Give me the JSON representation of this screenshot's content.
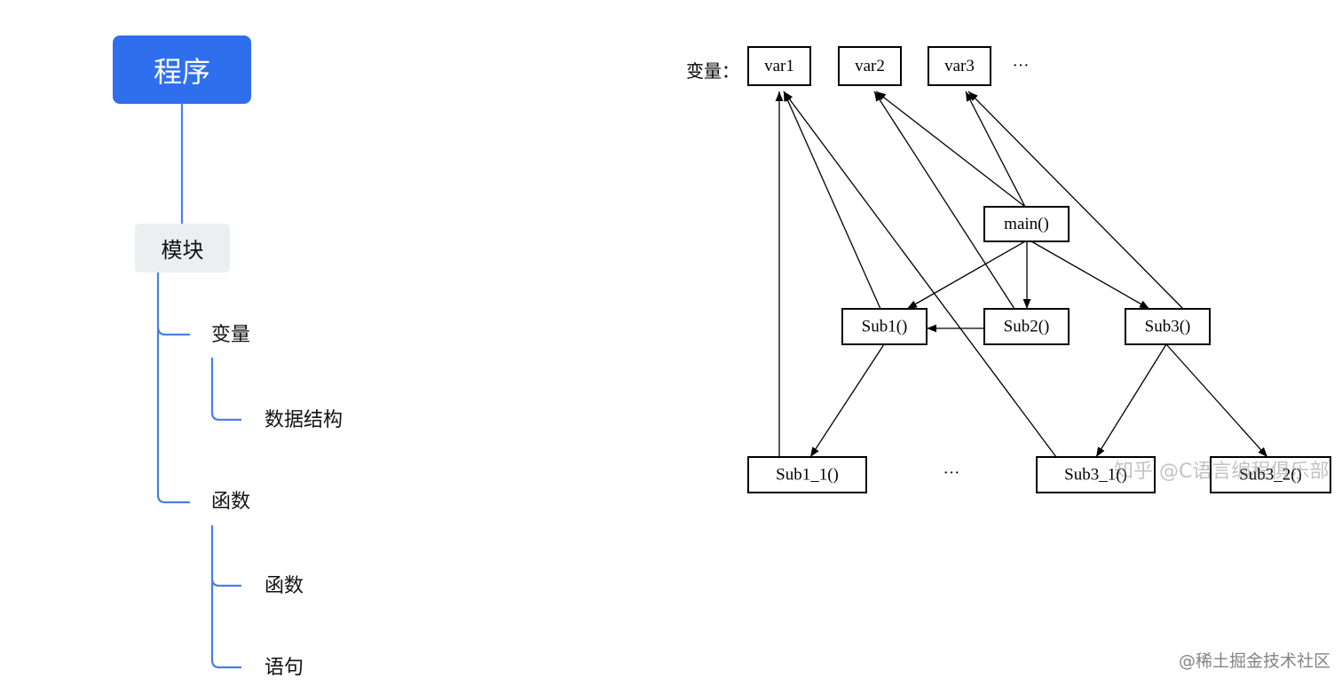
{
  "mindmap": {
    "root": "程序",
    "module": "模块",
    "variable": "变量",
    "data_structure": "数据结构",
    "function": "函数",
    "function_child": "函数",
    "statement": "语句"
  },
  "graph": {
    "variables_label": "变量：",
    "ellipsis_top": "···",
    "ellipsis_bottom": "···",
    "nodes": [
      {
        "id": "var1",
        "label": "var1"
      },
      {
        "id": "var2",
        "label": "var2"
      },
      {
        "id": "var3",
        "label": "var3"
      },
      {
        "id": "main",
        "label": "main()"
      },
      {
        "id": "sub1",
        "label": "Sub1()"
      },
      {
        "id": "sub2",
        "label": "Sub2()"
      },
      {
        "id": "sub3",
        "label": "Sub3()"
      },
      {
        "id": "sub1_1",
        "label": "Sub1_1()"
      },
      {
        "id": "sub3_1",
        "label": "Sub3_1()"
      },
      {
        "id": "sub3_2",
        "label": "Sub3_2()"
      }
    ],
    "edges": [
      {
        "from": "main",
        "to": "var2"
      },
      {
        "from": "main",
        "to": "var3"
      },
      {
        "from": "main",
        "to": "sub1"
      },
      {
        "from": "main",
        "to": "sub2"
      },
      {
        "from": "main",
        "to": "sub3"
      },
      {
        "from": "sub2",
        "to": "sub1"
      },
      {
        "from": "sub1",
        "to": "var1"
      },
      {
        "from": "sub2",
        "to": "var2"
      },
      {
        "from": "sub3",
        "to": "var3"
      },
      {
        "from": "sub1",
        "to": "sub1_1"
      },
      {
        "from": "sub3",
        "to": "sub3_1"
      },
      {
        "from": "sub3",
        "to": "sub3_2"
      },
      {
        "from": "sub1_1",
        "to": "var1"
      },
      {
        "from": "sub3_1",
        "to": "var1"
      }
    ]
  },
  "watermarks": {
    "zhihu": "知乎 @C语言编程俱乐部",
    "juejin": "@稀土掘金技术社区"
  }
}
